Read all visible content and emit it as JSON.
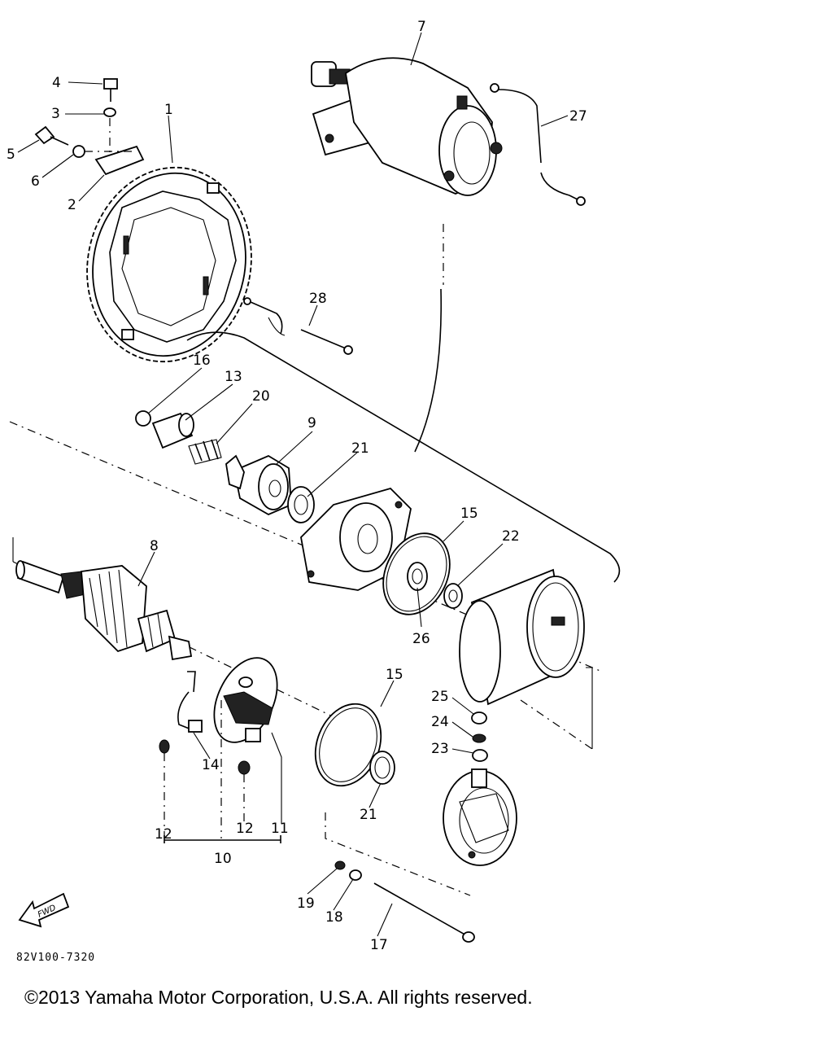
{
  "diagram": {
    "part_numbers": [
      "1",
      "2",
      "3",
      "4",
      "5",
      "6",
      "7",
      "8",
      "9",
      "10",
      "11",
      "12",
      "12",
      "13",
      "14",
      "15",
      "15",
      "16",
      "17",
      "18",
      "19",
      "20",
      "21",
      "21",
      "22",
      "23",
      "24",
      "25",
      "26",
      "27",
      "28"
    ],
    "fwd_label": "FWD",
    "drawing_code": "82V100-7320"
  },
  "footer": {
    "copyright": "©2013 Yamaha Motor Corporation, U.S.A. All rights reserved."
  }
}
